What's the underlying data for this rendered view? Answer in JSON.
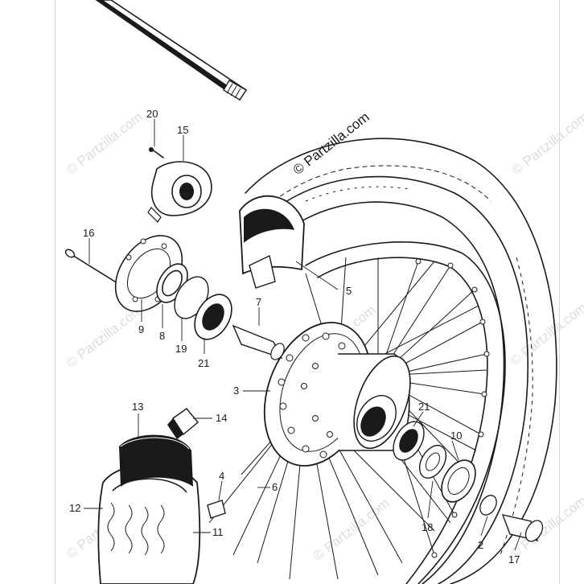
{
  "watermark": {
    "main": "© Partzilla.com",
    "faint": "© Partzilla.com"
  },
  "callouts": [
    {
      "id": "c1",
      "label": "20"
    },
    {
      "id": "c2",
      "label": "15"
    },
    {
      "id": "c3",
      "label": "16"
    },
    {
      "id": "c4",
      "label": "5"
    },
    {
      "id": "c5",
      "label": "7"
    },
    {
      "id": "c6",
      "label": "9"
    },
    {
      "id": "c7",
      "label": "8"
    },
    {
      "id": "c8",
      "label": "19"
    },
    {
      "id": "c9",
      "label": "21"
    },
    {
      "id": "c10",
      "label": "3"
    },
    {
      "id": "c11",
      "label": "13"
    },
    {
      "id": "c12",
      "label": "14"
    },
    {
      "id": "c13",
      "label": "21"
    },
    {
      "id": "c14",
      "label": "10"
    },
    {
      "id": "c15",
      "label": "4"
    },
    {
      "id": "c16",
      "label": "6"
    },
    {
      "id": "c17",
      "label": "12"
    },
    {
      "id": "c18",
      "label": "11"
    },
    {
      "id": "c19",
      "label": "18"
    },
    {
      "id": "c20",
      "label": "2"
    },
    {
      "id": "c21",
      "label": "17"
    }
  ]
}
